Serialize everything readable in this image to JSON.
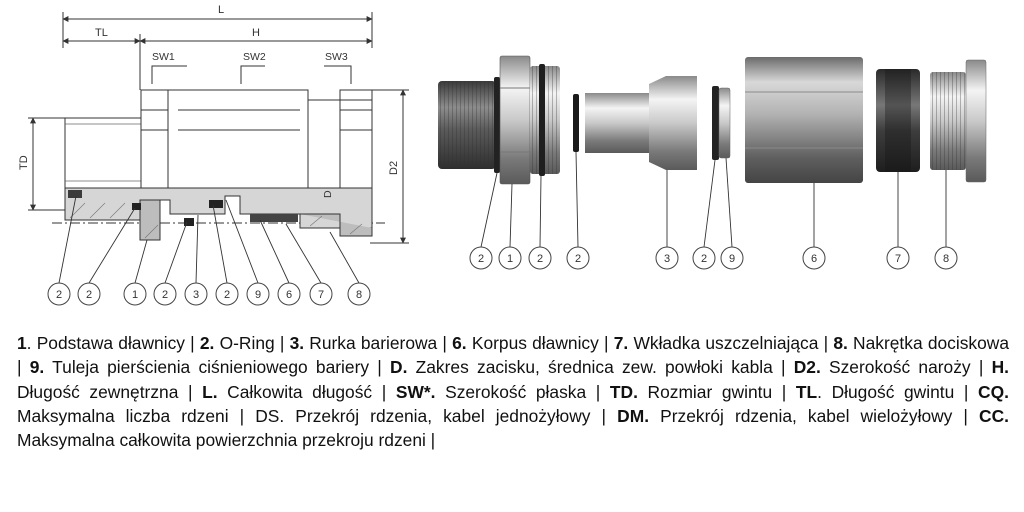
{
  "dimensions": {
    "L": "L",
    "TL": "TL",
    "H": "H",
    "SW1": "SW1",
    "SW2": "SW2",
    "SW3": "SW3",
    "TD": "TD",
    "D2": "D2",
    "D": "D"
  },
  "section_callouts": [
    "2",
    "2",
    "1",
    "2",
    "3",
    "2",
    "9",
    "6",
    "7",
    "8"
  ],
  "exploded_callouts": [
    "2",
    "1",
    "2",
    "2",
    "3",
    "2",
    "9",
    "6",
    "7",
    "8"
  ],
  "legend": [
    {
      "key": "1",
      "sep": ".",
      "text": " Podstawa dławnicy |"
    },
    {
      "key": "2.",
      "sep": "",
      "text": " O-Ring |"
    },
    {
      "key": "3.",
      "sep": "",
      "text": " Rurka barierowa |"
    },
    {
      "key": "6.",
      "sep": "",
      "text": " Korpus dławnicy |"
    },
    {
      "key": "7.",
      "sep": "",
      "text": " Wkładka uszczelniająca |"
    },
    {
      "key": "8.",
      "sep": "",
      "text": " Nakrętka dociskowa |"
    },
    {
      "key": "9.",
      "sep": "",
      "text": " Tuleja pierścienia ciśnieniowego bariery |"
    },
    {
      "key": "D.",
      "sep": "",
      "text": " Zakres zacisku, średnica zew. powłoki kabla |"
    },
    {
      "key": "D2.",
      "sep": "",
      "text": " Szerokość naroży |"
    },
    {
      "key": "H.",
      "sep": "",
      "text": " Długość zewnętrzna |"
    },
    {
      "key": "L.",
      "sep": "",
      "text": " Całkowita długość |"
    },
    {
      "key": "SW*.",
      "sep": "",
      "text": " Szerokość płaska |"
    },
    {
      "key": "TD.",
      "sep": "",
      "text": " Rozmiar gwintu |"
    },
    {
      "key": "TL",
      "sep": ".",
      "text": " Długość gwintu |"
    },
    {
      "key": "CQ.",
      "sep": "",
      "text": " Maksymalna liczba rdzeni |"
    },
    {
      "key": "",
      "sep": "",
      "text": " DS. Przekrój rdzenia, kabel jednożyłowy |"
    },
    {
      "key": "DM.",
      "sep": "",
      "text": " Przekrój rdzenia, kabel wielożyłowy |"
    },
    {
      "key": "CC.",
      "sep": "",
      "text": " Maksymalna całkowita powierzchnia przekroju rdzeni |"
    }
  ],
  "colors": {
    "line": "#333333",
    "metal_light": "#d9d9d9",
    "metal_dark": "#555555",
    "oring": "#222222",
    "section_fill": "#c8c8c8"
  }
}
